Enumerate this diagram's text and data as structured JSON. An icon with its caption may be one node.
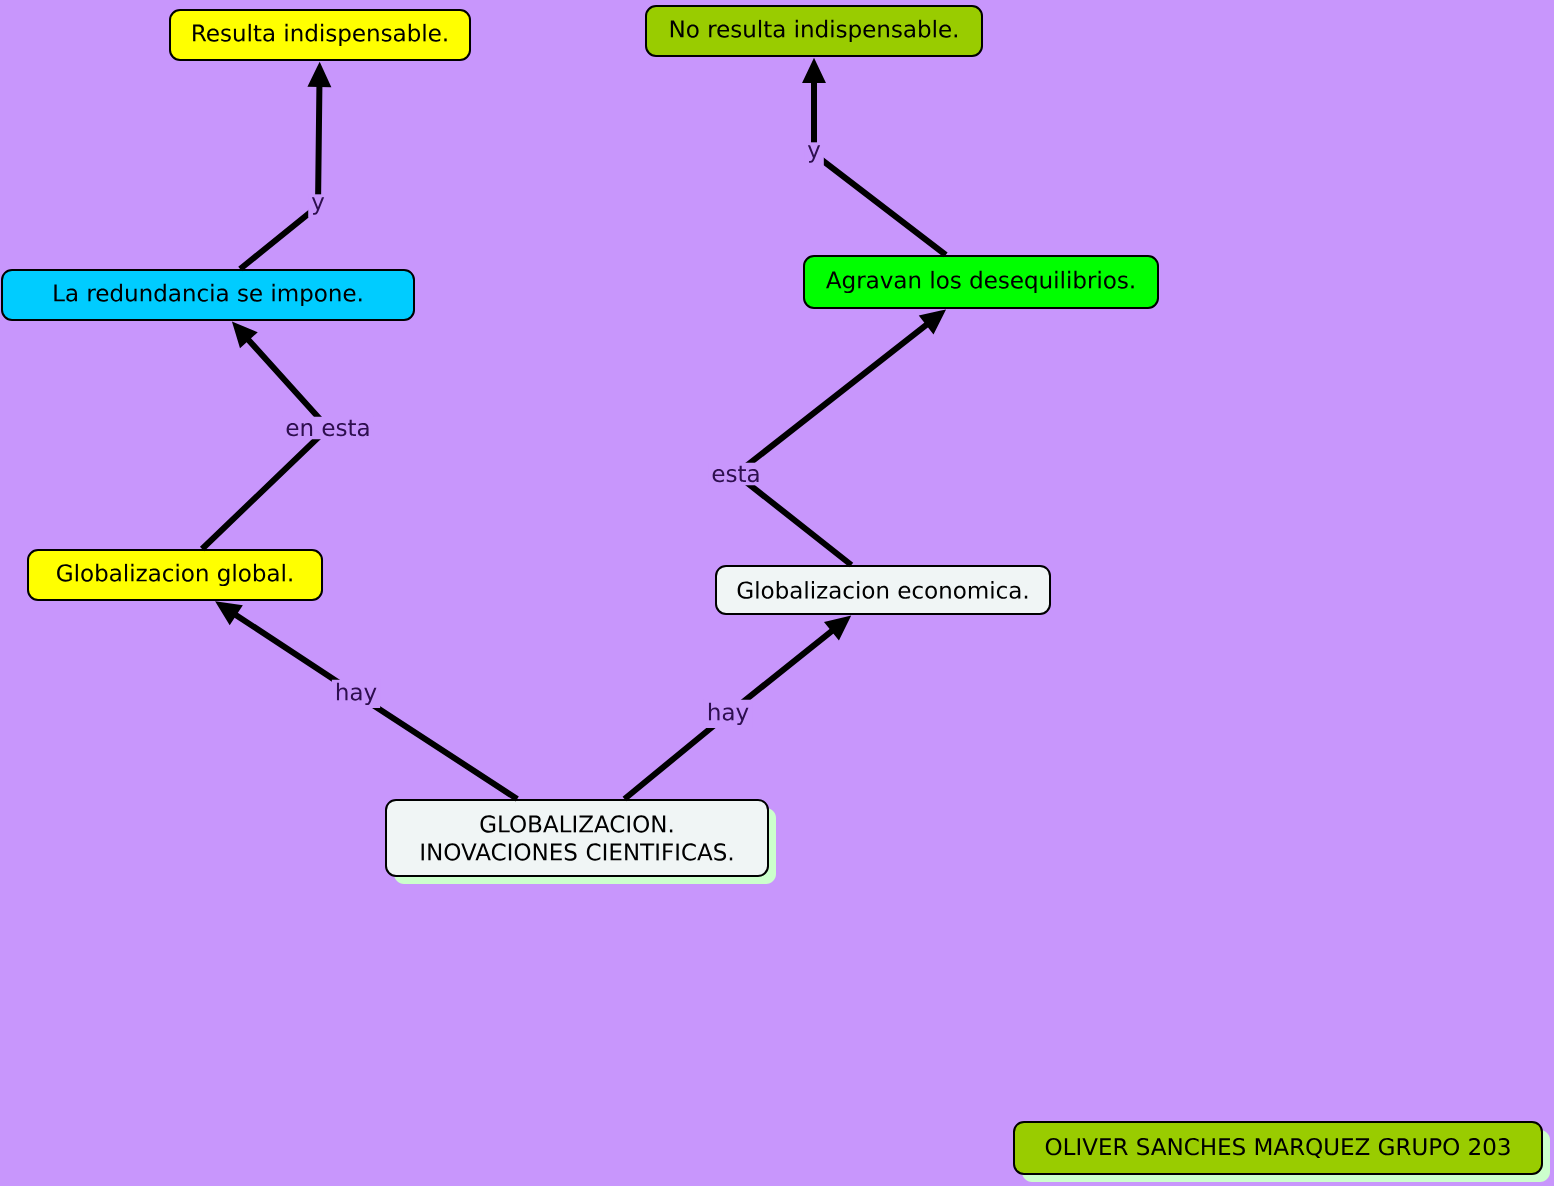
{
  "diagram": {
    "nodes": [
      {
        "text": [
          "Resulta indispensable."
        ]
      },
      {
        "text": [
          "No resulta indispensable."
        ]
      },
      {
        "text": [
          "La redundancia se impone."
        ]
      },
      {
        "text": [
          "Agravan los desequilibrios."
        ]
      },
      {
        "text": [
          "Globalizacion global."
        ]
      },
      {
        "text": [
          "Globalizacion economica."
        ]
      },
      {
        "text": [
          "GLOBALIZACION. INOVACIONES CIENTIFICAS."
        ]
      },
      {
        "text": [
          "OLIVER SANCHES MARQUEZ GRUPO 203"
        ]
      }
    ],
    "edges": [
      {
        "from": 2,
        "to": 0,
        "arrow": "to",
        "label": "y"
      },
      {
        "from": 3,
        "to": 1,
        "arrow": "to",
        "label": "y"
      },
      {
        "from": 4,
        "to": 2,
        "arrow": "to",
        "label": "en esta"
      },
      {
        "from": 5,
        "to": 3,
        "arrow": "to",
        "label": "esta"
      },
      {
        "from": 6,
        "to": 4,
        "arrow": "to",
        "label": "hay"
      },
      {
        "from": 6,
        "to": 5,
        "arrow": "to",
        "label": "hay"
      }
    ]
  }
}
